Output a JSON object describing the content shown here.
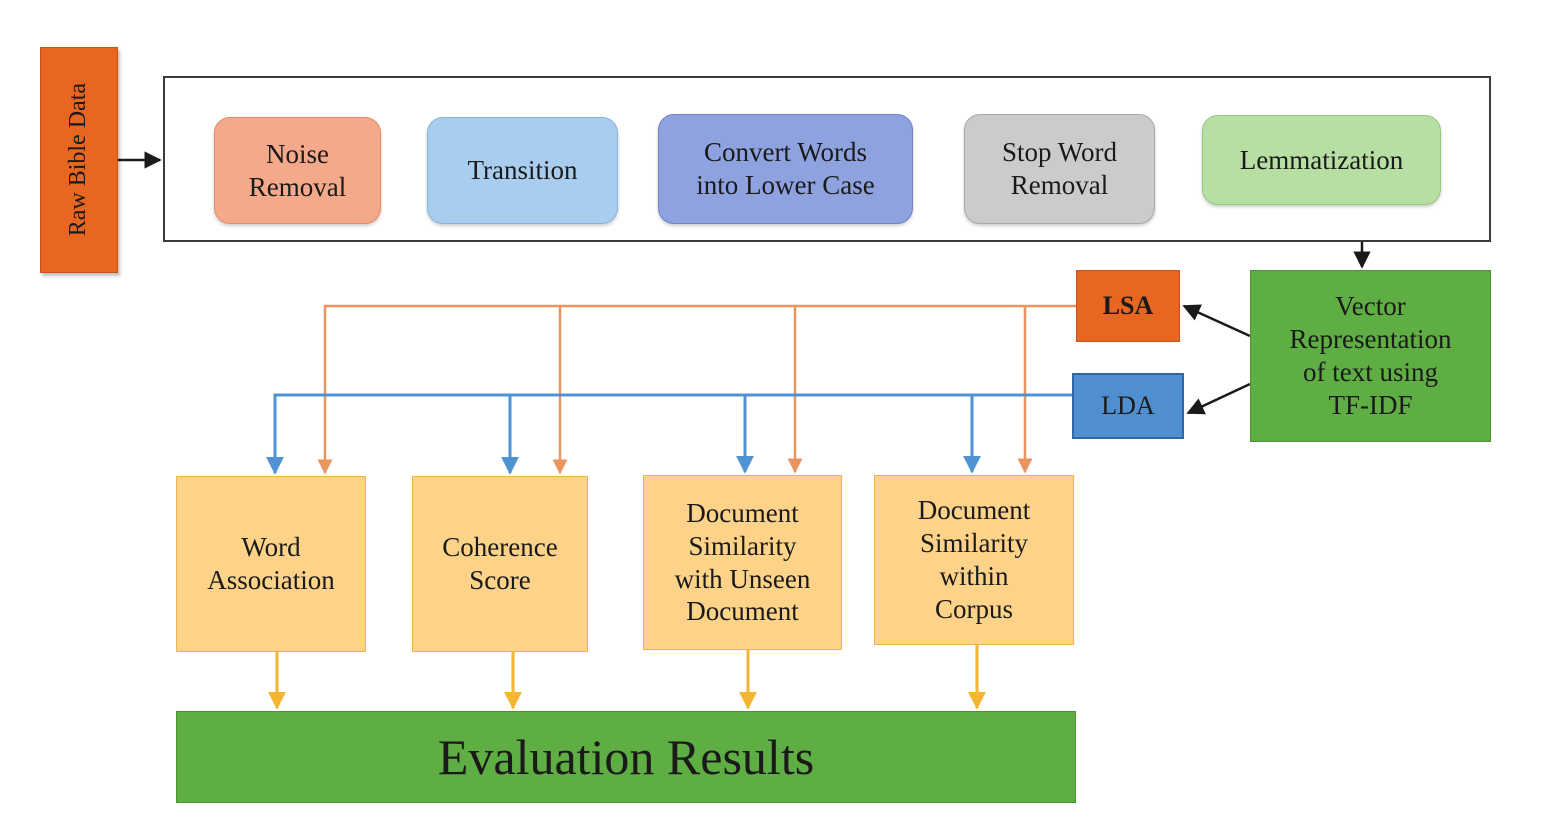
{
  "nodes": {
    "raw_data": "Raw Bible Data",
    "noise_removal": "Noise\nRemoval",
    "transition": "Transition",
    "lower_case": "Convert Words\ninto Lower Case",
    "stop_word": "Stop Word\nRemoval",
    "lemmatization": "Lemmatization",
    "vector": "Vector\nRepresentation\nof text using\nTF-IDF",
    "lsa": "LSA",
    "lda": "LDA",
    "word_association": "Word\nAssociation",
    "coherence": "Coherence\nScore",
    "doc_unseen": "Document\nSimilarity\nwith Unseen\nDocument",
    "doc_corpus": "Document\nSimilarity\nwithin\nCorpus",
    "evaluation": "Evaluation Results"
  },
  "colors": {
    "lsa_line": "#e8955f",
    "lda_line": "#4f93d2",
    "result_arrow": "#f2b632",
    "flow_arrow": "#1a1a1a"
  }
}
